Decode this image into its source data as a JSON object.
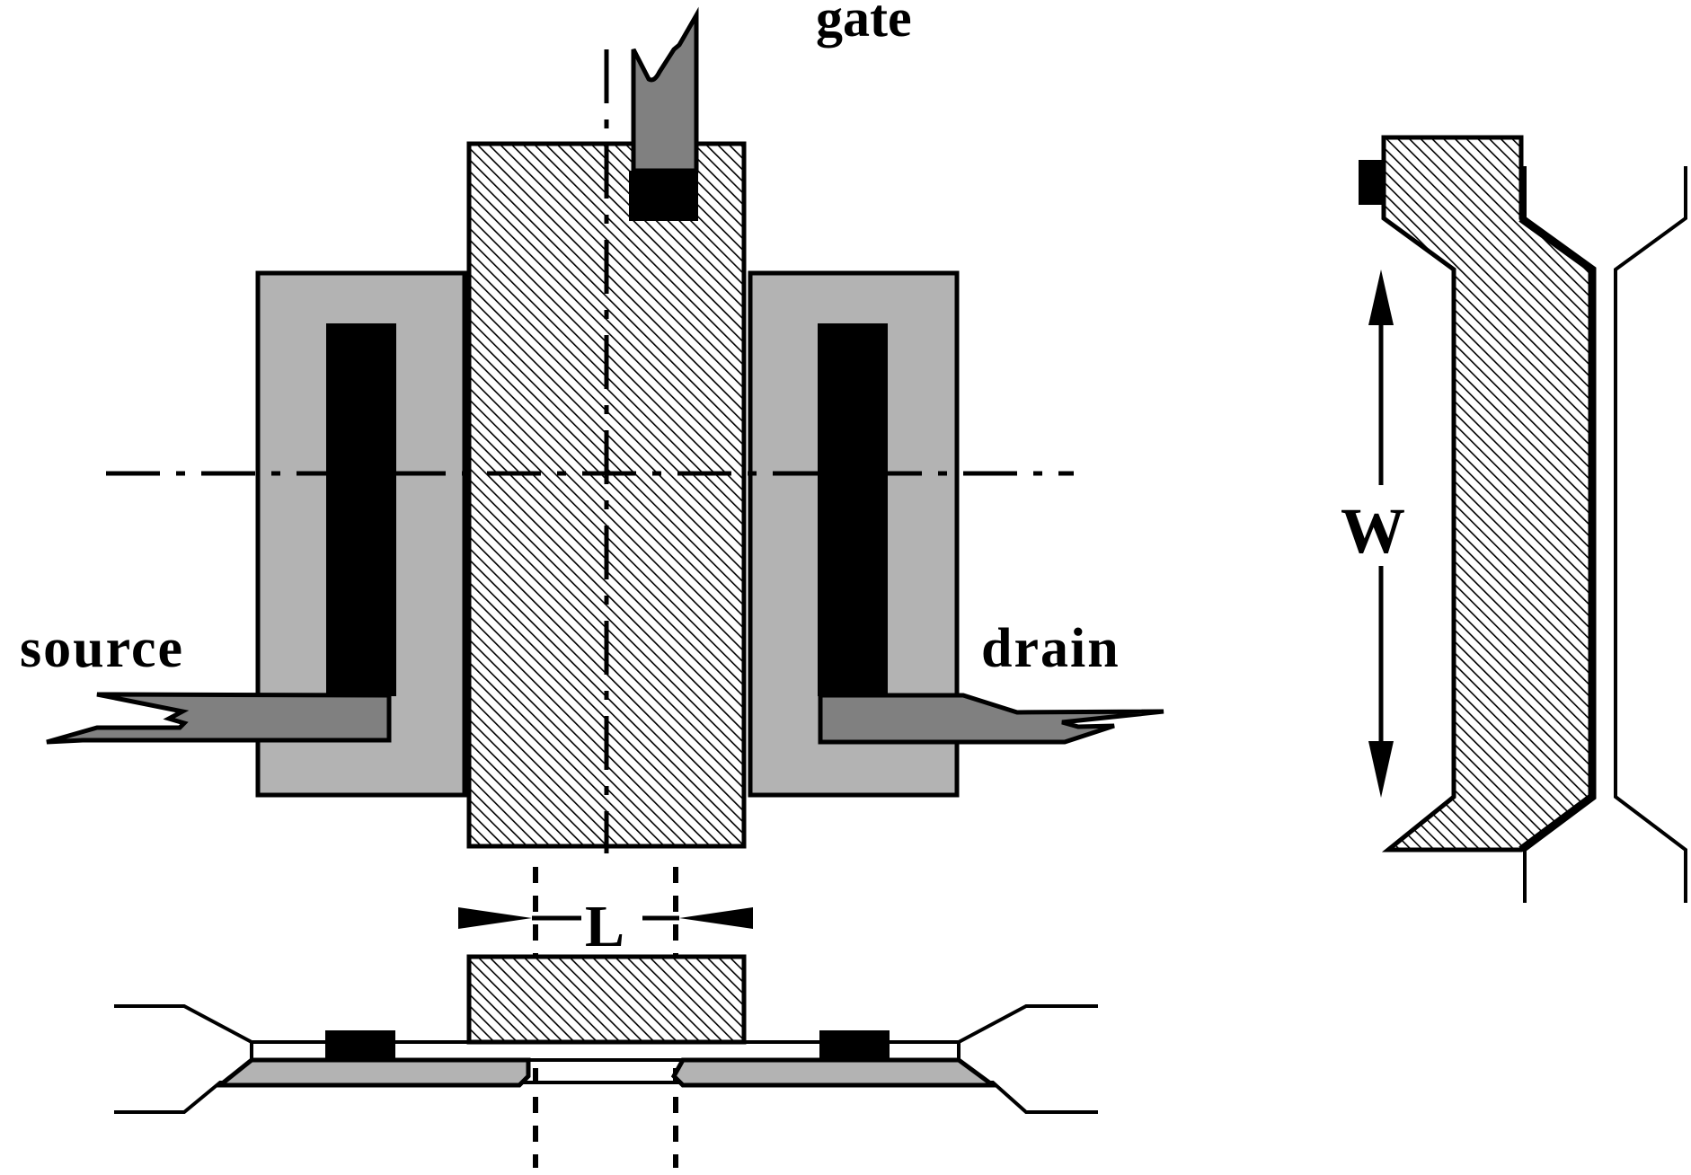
{
  "labels": {
    "gate": "gate",
    "source": "source",
    "drain": "drain",
    "length": "L",
    "width": "W"
  },
  "colors": {
    "background": "#ffffff",
    "stroke": "#000000",
    "diffusion_region": "#b3b3b3",
    "metal_lead": "#808080",
    "contact": "#000000",
    "gate_hatch_line": "#000000",
    "gate_hatch_fill": "#ffffff",
    "oxide_layer": "#ffffff"
  },
  "icons": {
    "length_marker": "inward-arrow-pair",
    "width_marker": "double-headed-vertical-arrow",
    "section_line": "dash-dot-line"
  }
}
